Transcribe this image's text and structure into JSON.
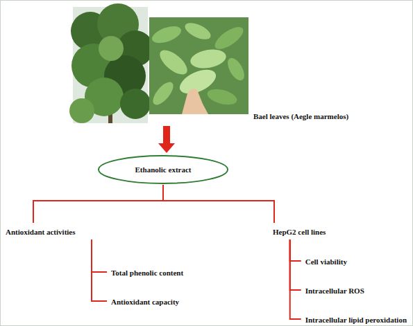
{
  "diagram": {
    "nodes": [
      {
        "text": [
          "Bael leaves (Aegle marmelos)"
        ]
      },
      {
        "text": [
          "Ethanolic extract"
        ]
      },
      {
        "text": [
          "Antioxidant activities"
        ]
      },
      {
        "text": [
          "HepG2 cell lines"
        ]
      },
      {
        "text": [
          "Total phenolic content"
        ]
      },
      {
        "text": [
          "Antioxidant capacity"
        ]
      },
      {
        "text": [
          "Cell viability"
        ]
      },
      {
        "text": [
          "Intracellular ROS"
        ]
      },
      {
        "text": [
          "Intracellular lipid peroxidation"
        ]
      }
    ],
    "edges": [
      {
        "from": 0,
        "to": 1,
        "arrow": "to"
      },
      {
        "from": 1,
        "to": 2,
        "arrow": "none"
      },
      {
        "from": 1,
        "to": 3,
        "arrow": "none"
      },
      {
        "from": 2,
        "to": 4,
        "arrow": "none"
      },
      {
        "from": 2,
        "to": 5,
        "arrow": "none"
      },
      {
        "from": 3,
        "to": 6,
        "arrow": "none"
      },
      {
        "from": 3,
        "to": 7,
        "arrow": "none"
      },
      {
        "from": 3,
        "to": 8,
        "arrow": "none"
      }
    ]
  }
}
